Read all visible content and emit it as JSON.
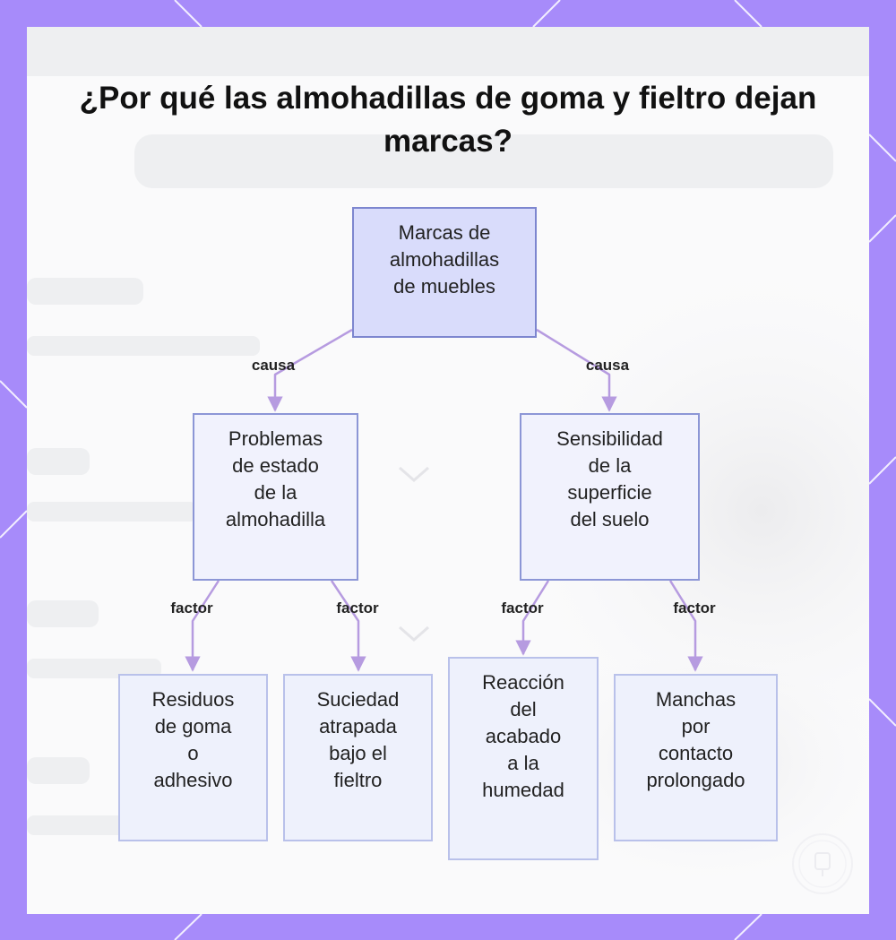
{
  "title": "¿Por qué las almohadillas de goma y fieltro dejan marcas?",
  "colors": {
    "frame": "#a78bfa",
    "node_border": "#8c96d6",
    "root_fill": "#d9dcfb",
    "connector": "#b69be0"
  },
  "nodes": {
    "root": {
      "lines": [
        "Marcas de",
        "almohadillas",
        "de muebles"
      ]
    },
    "pad_state": {
      "lines": [
        "Problemas",
        "de estado",
        "de la",
        "almohadilla"
      ]
    },
    "floor_sensitivity": {
      "lines": [
        "Sensibilidad",
        "de la",
        "superficie",
        "del suelo"
      ]
    },
    "rubber_residue": {
      "lines": [
        "Residuos",
        "de goma",
        "o",
        "adhesivo"
      ]
    },
    "trapped_dirt": {
      "lines": [
        "Suciedad",
        "atrapada",
        "bajo el",
        "fieltro"
      ]
    },
    "finish_reaction": {
      "lines": [
        "Reacción",
        "del",
        "acabado",
        "a la",
        "humedad"
      ]
    },
    "contact_stains": {
      "lines": [
        "Manchas",
        "por",
        "contacto",
        "prolongado"
      ]
    }
  },
  "edges": {
    "root_left": "causa",
    "root_right": "causa",
    "pad_left": "factor",
    "pad_right": "factor",
    "floor_left": "factor",
    "floor_right": "factor"
  }
}
